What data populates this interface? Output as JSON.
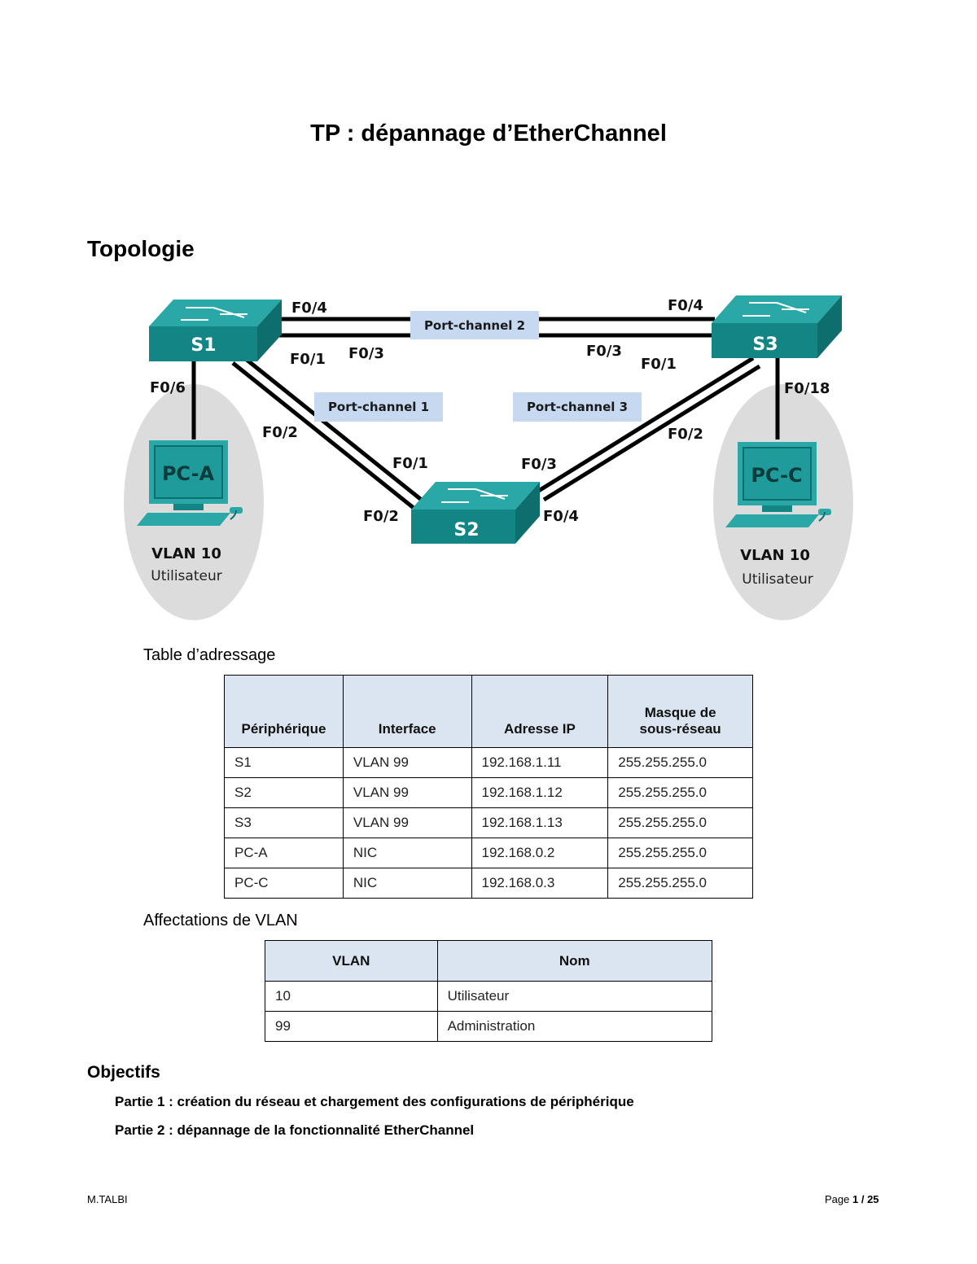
{
  "title": "TP : dépannage d’EtherChannel",
  "topology": {
    "heading": "Topologie",
    "switches": {
      "s1": "S1",
      "s2": "S2",
      "s3": "S3"
    },
    "pcs": {
      "pca": "PC-A",
      "pcc": "PC-C"
    },
    "vlan_a": {
      "vlan": "VLAN 10",
      "name": "Utilisateur"
    },
    "vlan_c": {
      "vlan": "VLAN 10",
      "name": "Utilisateur"
    },
    "channels": {
      "pc1": "Port-channel 1",
      "pc2": "Port-channel 2",
      "pc3": "Port-channel 3"
    },
    "ports": {
      "s1_f04": "F0/4",
      "s1_f03": "F0/3",
      "s1_f01": "F0/1",
      "s1_f06": "F0/6",
      "s1_f02": "F0/2",
      "s3_f04": "F0/4",
      "s3_f03": "F0/3",
      "s3_f01": "F0/1",
      "s3_f18": "F0/18",
      "s3_f02": "F0/2",
      "s2_f01": "F0/1",
      "s2_f02": "F0/2",
      "s2_f03": "F0/3",
      "s2_f04": "F0/4"
    },
    "colors": {
      "switch_top": "#1f9b9b",
      "switch_front": "#138585",
      "channel_bg": "#c6d9f1",
      "vlan_bg": "#dcdcdc"
    }
  },
  "addressing": {
    "heading": "Table d’adressage",
    "headers": [
      "Périphérique",
      "Interface",
      "Adresse IP",
      "Masque de sous-réseau"
    ],
    "rows": [
      [
        "S1",
        "VLAN 99",
        "192.168.1.11",
        "255.255.255.0"
      ],
      [
        "S2",
        "VLAN 99",
        "192.168.1.12",
        "255.255.255.0"
      ],
      [
        "S3",
        "VLAN 99",
        "192.168.1.13",
        "255.255.255.0"
      ],
      [
        "PC-A",
        "NIC",
        "192.168.0.2",
        "255.255.255.0"
      ],
      [
        "PC-C",
        "NIC",
        "192.168.0.3",
        "255.255.255.0"
      ]
    ]
  },
  "vlans": {
    "heading": "Affectations de VLAN",
    "headers": [
      "VLAN",
      "Nom"
    ],
    "rows": [
      [
        "10",
        "Utilisateur"
      ],
      [
        "99",
        "Administration"
      ]
    ]
  },
  "objectives": {
    "heading": "Objectifs",
    "items": [
      "Partie 1 : création du réseau et chargement des configurations de périphérique",
      "Partie 2 : dépannage de la fonctionnalité EtherChannel"
    ]
  },
  "footer": {
    "author": "M.TALBI",
    "page_prefix": "Page ",
    "page_number": "1",
    "page_sep": " / ",
    "page_total": "25"
  }
}
